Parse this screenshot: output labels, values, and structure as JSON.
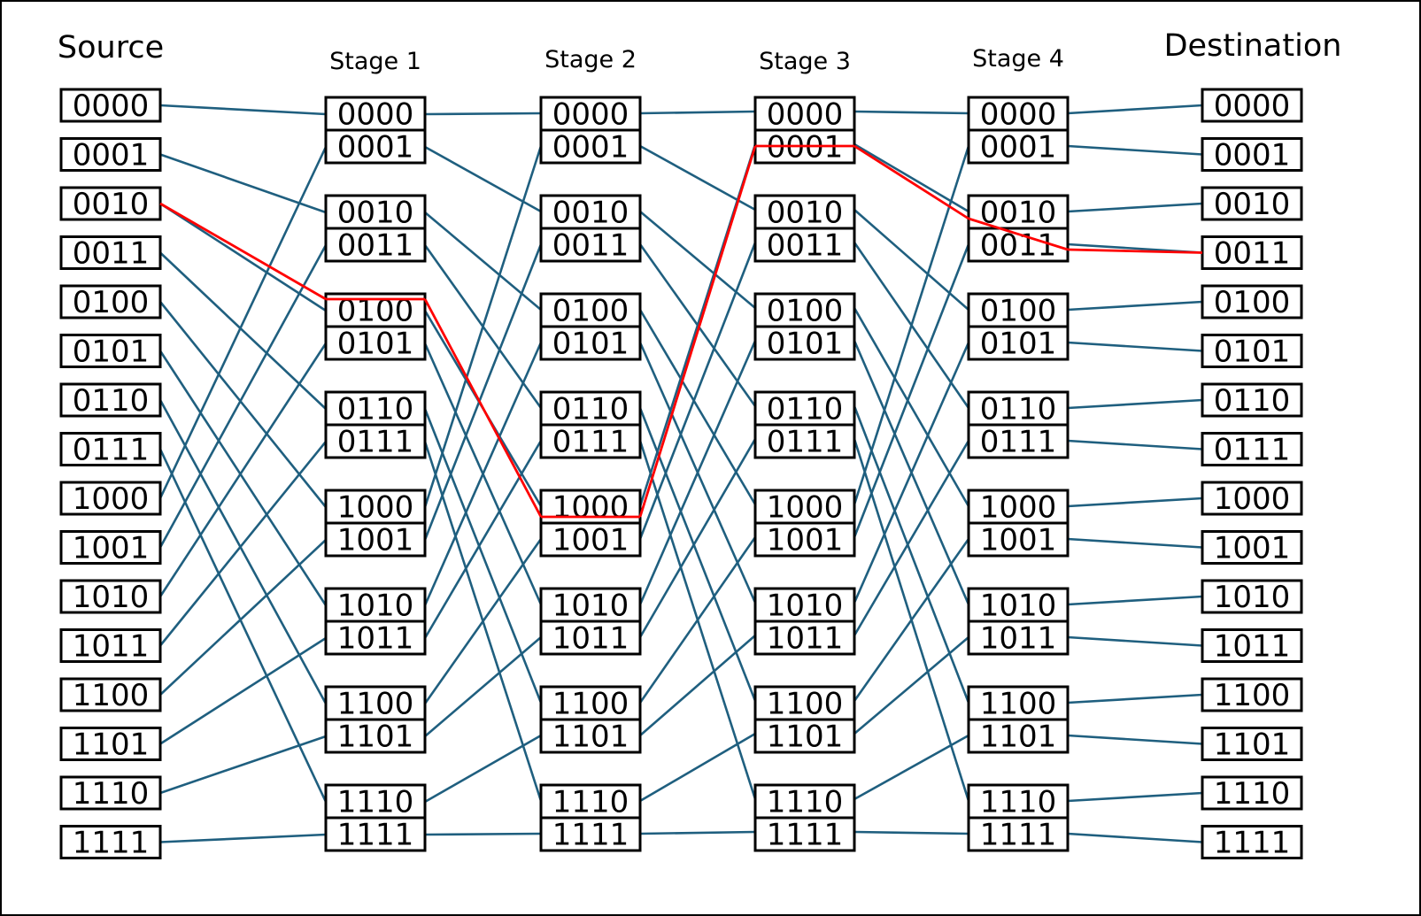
{
  "headers": {
    "source": "Source",
    "destination": "Destination",
    "stages": [
      "Stage 1",
      "Stage 2",
      "Stage 3",
      "Stage 4"
    ]
  },
  "labels": [
    "0000",
    "0001",
    "0010",
    "0011",
    "0100",
    "0101",
    "0110",
    "0111",
    "1000",
    "1001",
    "1010",
    "1011",
    "1100",
    "1101",
    "1110",
    "1111"
  ],
  "colors": {
    "wire": "#1f5f7f",
    "route": "#ff0000",
    "box_stroke": "#000000"
  },
  "stage_permutations": [
    "perfect-shuffle",
    "perfect-shuffle",
    "perfect-shuffle",
    "perfect-shuffle"
  ],
  "highlighted_route": {
    "source": "0010",
    "stage1": "0100",
    "stage2": "1000",
    "stage3": "0001",
    "stage4": "0010",
    "destination": "0011"
  }
}
